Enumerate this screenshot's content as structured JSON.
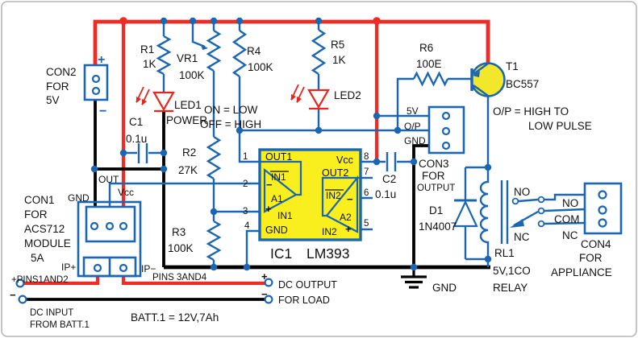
{
  "components": {
    "con2": {
      "l1": "CON2",
      "l2": "FOR",
      "l3": "5V",
      "plus": "+",
      "minus": "−"
    },
    "r1": {
      "ref": "R1",
      "value": "1K"
    },
    "vr1": {
      "ref": "VR1",
      "value": "100K"
    },
    "r2": {
      "ref": "R2",
      "value": "27K"
    },
    "r3": {
      "ref": "R3",
      "value": "100K"
    },
    "r4": {
      "ref": "R4",
      "value": "100K"
    },
    "r5": {
      "ref": "R5",
      "value": "1K"
    },
    "r6": {
      "ref": "R6",
      "value": "100E"
    },
    "c1": {
      "ref": "C1",
      "value": "0.1u"
    },
    "c2": {
      "ref": "C2",
      "value": "0.1u"
    },
    "led1": {
      "ref": "LED1",
      "caption": "POWER"
    },
    "led2": {
      "ref": "LED2"
    },
    "t1": {
      "ref": "T1",
      "part": "BC557"
    },
    "d1": {
      "ref": "D1",
      "part": "1N4007"
    },
    "ic1": {
      "ref": "IC1",
      "part": "LM393",
      "pins": {
        "p1": "1",
        "p2": "2",
        "p3": "3",
        "p4": "4",
        "p5": "5",
        "p6": "6",
        "p7": "7",
        "p8": "8"
      },
      "labels": {
        "out1": "OUT1",
        "vcc": "Vcc",
        "out2": "OUT2",
        "gnd": "GND",
        "in1_inv": "IN1",
        "in1": "IN1",
        "in2_inv": "IN2",
        "in2": "IN2",
        "a1": "A1",
        "a2": "A2",
        "minus": "−",
        "plus": "+"
      }
    },
    "con1": {
      "l1": "CON1",
      "l2": "FOR",
      "l3": "ACS712",
      "l4": "MODULE",
      "l5": "5A",
      "gnd": "GND",
      "out": "OUT",
      "vcc": "Vcc",
      "ip_plus": "IP+",
      "ip_minus": "IP−"
    },
    "con3": {
      "l1": "CON3",
      "l2": "FOR",
      "l3": "OUTPUT",
      "pin_5v": "5V",
      "pin_op": "O/P",
      "pin_gnd": "GND"
    },
    "con4": {
      "l1": "CON4",
      "l2": "FOR",
      "l3": "APPLIANCE",
      "no": "NO",
      "com": "COM",
      "nc": "NC"
    },
    "relay": {
      "ref": "RL1",
      "rating": "5V,1CO",
      "type": "RELAY",
      "no": "NO",
      "nc": "NC"
    }
  },
  "annotations": {
    "on_low": "ON = LOW",
    "off_high": "OFF = HIGH",
    "op_pulse_1": "O/P = HIGH TO",
    "op_pulse_2": "LOW PULSE",
    "gnd": "GND",
    "dc_output_1": "DC OUTPUT",
    "dc_output_2": "FOR LOAD",
    "dc_input_1": "DC INPUT",
    "dc_input_2": "FROM BATT.1",
    "pins_1_2": "+PINS1AND2",
    "pins_3_4": "PINS 3AND4",
    "batt": "BATT.1 = 12V,7Ah",
    "plus": "+",
    "minus": "−"
  },
  "colors": {
    "wire": "#1a66b2",
    "power": "#ee2b24",
    "ground": "#000000",
    "ic_fill": "#f9ef1f",
    "led": "#e8251c"
  }
}
